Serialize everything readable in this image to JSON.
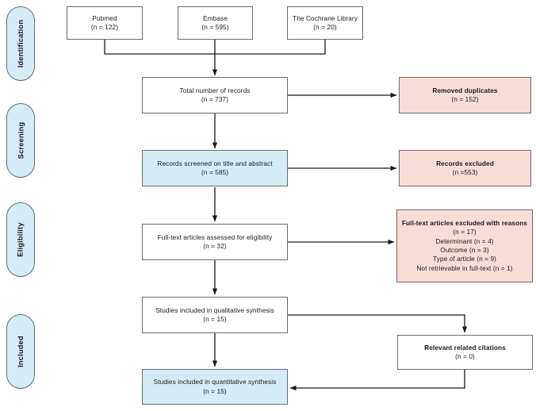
{
  "diagram": {
    "title": "PRISMA flow diagram",
    "colors": {
      "fill_white": "#ffffff",
      "fill_blue": "#d4edf4",
      "fill_pink": "#fadcd6",
      "stroke": "#6b6b6b",
      "connector": "#1a1a1a",
      "text": "#1a1a1a"
    }
  },
  "stages": [
    {
      "id": "identification",
      "label": "Identification"
    },
    {
      "id": "screening",
      "label": "Screening"
    },
    {
      "id": "eligibility",
      "label": "Eligibility"
    },
    {
      "id": "included",
      "label": "Included"
    }
  ],
  "nodes": {
    "pubmed": {
      "lines": [
        "Pubmed",
        "(n = 122)"
      ],
      "bold": [
        false,
        false
      ]
    },
    "embase": {
      "lines": [
        "Embase",
        "(n = 595)"
      ],
      "bold": [
        false,
        false
      ]
    },
    "cochrane": {
      "lines": [
        "The Cochrane Library",
        "(n = 20)"
      ],
      "bold": [
        false,
        false
      ]
    },
    "total": {
      "lines": [
        "Total number of records",
        "(n = 737)"
      ],
      "bold": [
        false,
        false
      ]
    },
    "duplicates": {
      "lines": [
        "Removed duplicates",
        "(n = 152)"
      ],
      "bold": [
        true,
        false
      ]
    },
    "screened": {
      "lines": [
        "Records screened on title and abstract",
        "(n = 585)"
      ],
      "bold": [
        false,
        false
      ]
    },
    "excluded": {
      "lines": [
        "Records excluded",
        "(n =553)"
      ],
      "bold": [
        true,
        false
      ]
    },
    "fulltext": {
      "lines": [
        "Full-text articles assessed for eligibility",
        "(n = 32)"
      ],
      "bold": [
        false,
        false
      ]
    },
    "reasons": {
      "lines": [
        "Full-text articles excluded with reasons",
        "(n = 17)",
        "Determinant (n = 4)",
        "Outcome (n = 3)",
        "Type of article (n = 9)",
        "Not retrievable in full-text (n = 1)"
      ],
      "bold": [
        true,
        false,
        false,
        false,
        false,
        false
      ]
    },
    "qualitative": {
      "lines": [
        "Studies included in qualitative synthesis",
        "(n = 15)"
      ],
      "bold": [
        false,
        false
      ]
    },
    "citations": {
      "lines": [
        "Relevant related citations",
        "(n = 0)"
      ],
      "bold": [
        true,
        false
      ]
    },
    "quantitative": {
      "lines": [
        "Studies included in quantitative synthesis",
        "(n = 15)"
      ],
      "bold": [
        false,
        false
      ]
    }
  }
}
